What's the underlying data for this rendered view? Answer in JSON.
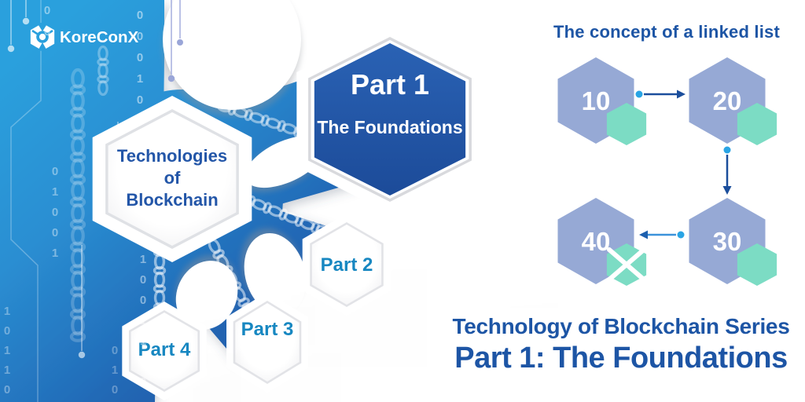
{
  "brand": {
    "name": "KoreConX"
  },
  "left_diagram": {
    "hub": {
      "lines": [
        "Technologies",
        "of",
        "Blockchain"
      ]
    },
    "parts": [
      {
        "title": "Part 1",
        "subtitle": "The Foundations"
      },
      {
        "label": "Part 2"
      },
      {
        "label": "Part 3"
      },
      {
        "label": "Part 4"
      }
    ]
  },
  "linked_list": {
    "title": "The concept of a linked list",
    "nodes": [
      {
        "value": "10"
      },
      {
        "value": "20"
      },
      {
        "value": "30"
      },
      {
        "value": "40",
        "terminator": "x-mark"
      }
    ],
    "links": [
      {
        "from": "10",
        "to": "20"
      },
      {
        "from": "20",
        "to": "30"
      },
      {
        "from": "30",
        "to": "40"
      }
    ]
  },
  "footer": {
    "series": "Technology of Blockchain Series",
    "title": "Part 1: The Foundations"
  },
  "background": {
    "binary_columns": [
      "0\n0\n0\n1\n0\n0",
      "0\n0",
      "0\n1\n0\n0\n1",
      "1\n0\n0\n1\n1\n0\n0",
      "1\n0\n1\n1\n0",
      "0\n1\n0"
    ]
  },
  "colors": {
    "heading_blue": "#1d55a5",
    "gradient_start": "#2aa0dd",
    "gradient_end": "#1a4b9c",
    "part1_hex_fill": "#1f4f9f",
    "list_node_fill": "#96a9d5",
    "list_node_accent": "#7cdcc4",
    "part_label_teal": "#1787c1",
    "hub_label_blue": "#2356a8",
    "arrow_dark": "#1b4e9c",
    "arrow_light": "#3b93da",
    "dot_cyan": "#29a4e4"
  }
}
